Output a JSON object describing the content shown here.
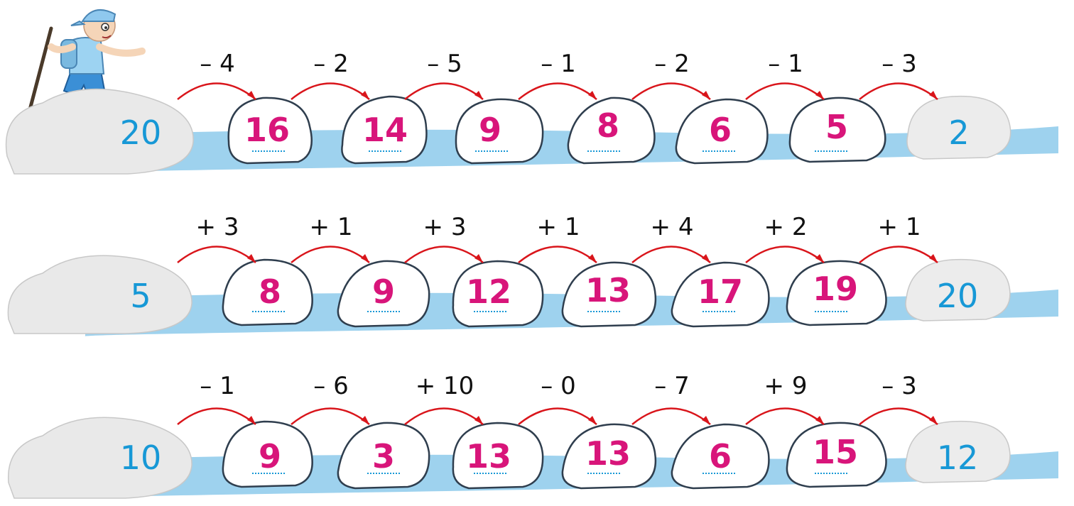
{
  "rows": [
    {
      "start": "20",
      "ops": [
        "– 4",
        "– 2",
        "– 5",
        "– 1",
        "– 2",
        "– 1",
        "– 3"
      ],
      "answers": [
        "16",
        "14",
        "9",
        "8",
        "6",
        "5"
      ],
      "end": "2"
    },
    {
      "start": "5",
      "ops": [
        "+ 3",
        "+ 1",
        "+ 3",
        "+ 1",
        "+ 4",
        "+ 2",
        "+ 1"
      ],
      "answers": [
        "8",
        "9",
        "12",
        "13",
        "17",
        "19"
      ],
      "end": "20"
    },
    {
      "start": "10",
      "ops": [
        "– 1",
        "– 6",
        "+ 10",
        "– 0",
        "– 7",
        "+ 9",
        "– 3"
      ],
      "answers": [
        "9",
        "3",
        "13",
        "13",
        "6",
        "15"
      ],
      "end": "12"
    }
  ],
  "colors": {
    "given_number": "#1798d6",
    "answer_number": "#d8157a",
    "arrow": "#d9151b",
    "water": "#7ec3e8"
  },
  "icons": [
    "hiker-illustration",
    "river-stream",
    "stepping-stone",
    "jump-arrow-icon"
  ]
}
